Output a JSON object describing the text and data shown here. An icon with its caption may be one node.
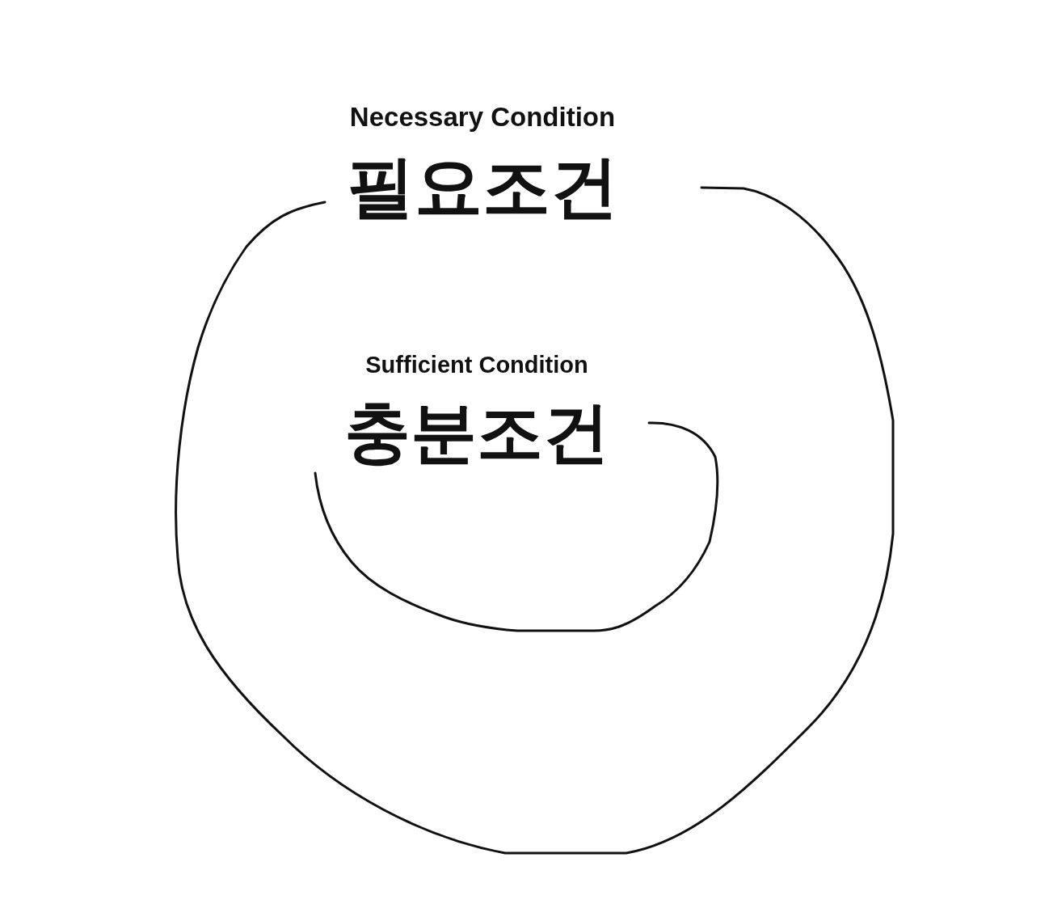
{
  "diagram": {
    "nodes": [
      {
        "text": [
          "Necessary Condition",
          "필요조건"
        ]
      },
      {
        "text": [
          "Sufficient Condition",
          "충분조건"
        ],
        "in": 0
      }
    ]
  }
}
